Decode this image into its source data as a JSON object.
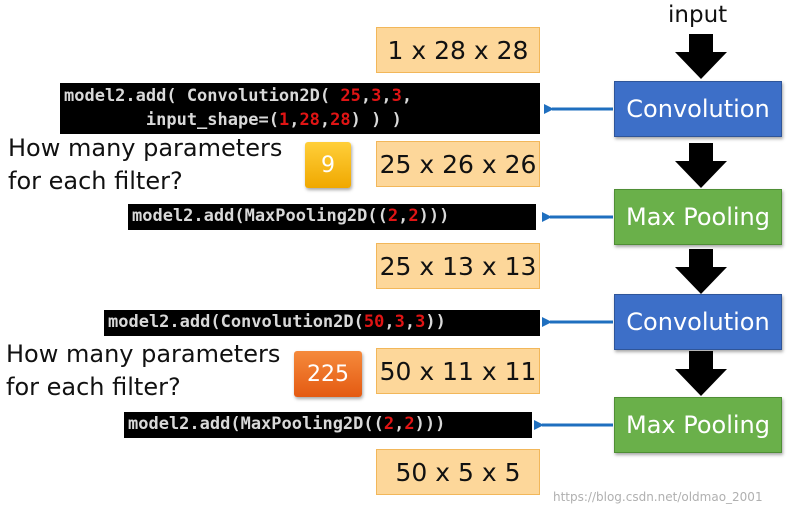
{
  "input_label": "input",
  "shapes": {
    "s1": "1 x 28 x 28",
    "s2": "25 x 26 x 26",
    "s3": "25 x 13 x 13",
    "s4": "50 x 11 x 11",
    "s5": "50 x 5 x 5"
  },
  "layers": {
    "conv1": "Convolution",
    "pool1": "Max Pooling",
    "conv2": "Convolution",
    "pool2": "Max Pooling"
  },
  "code": {
    "c1_line1_a": "model2.add( Convolution2D( ",
    "c1_line1_n1": "25",
    "c1_line1_s1": ",",
    "c1_line1_n2": "3",
    "c1_line1_s2": ",",
    "c1_line1_n3": "3",
    "c1_line1_e": ",",
    "c1_line2_a": "        input_shape=(",
    "c1_line2_n1": "1",
    "c1_line2_s1": ",",
    "c1_line2_n2": "28",
    "c1_line2_s2": ",",
    "c1_line2_n3": "28",
    "c1_line2_e": ") ) )",
    "p1_a": "model2.add(MaxPooling2D((",
    "p1_n1": "2",
    "p1_s": ",",
    "p1_n2": "2",
    "p1_e": ")))",
    "c2_a": "model2.add(Convolution2D(",
    "c2_n1": "50",
    "c2_s1": ",",
    "c2_n2": "3",
    "c2_s2": ",",
    "c2_n3": "3",
    "c2_e": "))",
    "p2_a": "model2.add(MaxPooling2D((",
    "p2_n1": "2",
    "p2_s": ",",
    "p2_n2": "2",
    "p2_e": ")))"
  },
  "questions": {
    "q1_line1": "How many parameters",
    "q1_line2": "for each filter?",
    "q2_line1": "How many parameters",
    "q2_line2": "for each filter?"
  },
  "answers": {
    "a1": "9",
    "a2": "225"
  },
  "watermark": "https://blog.csdn.net/oldmao_2001",
  "colors": {
    "conv": "#3d6fc8",
    "pool": "#6ab04a",
    "shape_box": "#fdd79a",
    "badge_yellow": "#f5b800",
    "badge_orange": "#ec6a1d",
    "arrow_blue": "#1f6fbf",
    "code_number": "#e01414"
  }
}
